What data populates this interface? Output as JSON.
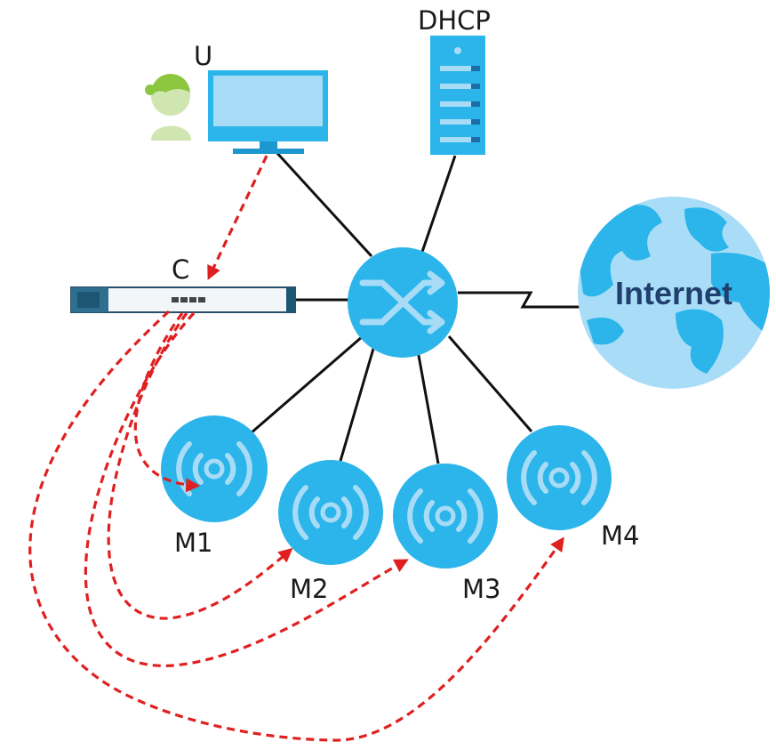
{
  "labels": {
    "user": "U",
    "dhcp": "DHCP",
    "controller": "C",
    "internet": "Internet",
    "ap1": "M1",
    "ap2": "M2",
    "ap3": "M3",
    "ap4": "M4"
  },
  "icons": {
    "user": "person-icon",
    "computer": "monitor-icon",
    "server": "server-icon",
    "controller": "controller-appliance-icon",
    "switch": "switch-icon",
    "internet": "globe-icon",
    "access_point": "wireless-ap-icon"
  },
  "colors": {
    "device_blue": "#2bb5ea",
    "device_light": "#a8dcf6",
    "globe_ocean": "#a9ddf7",
    "globe_land": "#2bb5ea",
    "user_green": "#8cc63f",
    "user_light_green": "#cfe6b0",
    "link": "#111111",
    "flow_arrow": "#e02020"
  }
}
